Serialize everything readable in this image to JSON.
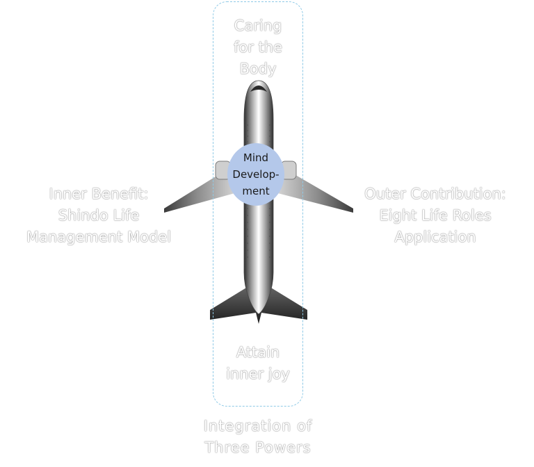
{
  "center": {
    "label": "Mind\nDevelop-\nment"
  },
  "top_label": "Caring\nfor the\nBody",
  "left_label": "Inner Benefit:\nShindo Life\nManagement Model",
  "right_label": "Outer Contribution:\nEight Life Roles\nApplication",
  "bottom_label": "Attain\ninner joy",
  "caption": "Integration of\nThree Powers",
  "colors": {
    "hub": "#b4c8ea",
    "frame_border": "#8ec9e6"
  },
  "icons": [
    "airplane-icon"
  ]
}
